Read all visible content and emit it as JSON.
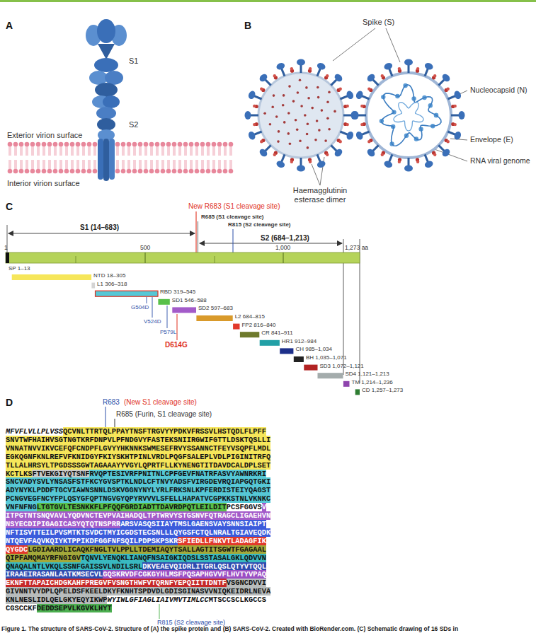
{
  "diagram": {
    "caption": "Figure 1. The structure of SARS-CoV-2. Structure of (A) the spike protein and (B) SARS-CoV-2. Created with BioRender.com. (C) Schematic drawing of 16 SDs in",
    "labels": [
      "A",
      "S1",
      "S2",
      "Exterior virion surface",
      "Interior virion surface",
      "B",
      "Spike (S)",
      "Nucleocapsid (N)",
      "Envelope (E)",
      "RNA viral genome",
      "Haemagglutinin esterase dimer",
      "C",
      "New R683 (S1 cleavage site)",
      "R685 (S1 cleavage site)",
      "R815 (S2 cleavage site)",
      "S1 (14–683)",
      "S2 (684–1,213)",
      "1",
      "500",
      "1,000",
      "1,273 aa",
      "SP 1–13",
      "NTD 18–305",
      "L1 306–318",
      "RBD 319–545",
      "SD1 546–588",
      "SD2 597–683",
      "L2 684–815",
      "FP2 816–840",
      "CR 841–911",
      "HR1 912–984",
      "CH 985–1,034",
      "BH 1,035–1,071",
      "SD3 1,072–1,121",
      "SD4 1,121–1,213",
      "TM 1,214–1,236",
      "CD 1,257–1,273",
      "G504D",
      "V524D",
      "P579L",
      "D614G",
      "D",
      "R683",
      "(New S1 cleavage site)",
      "R685 (Furin, S1 cleavage site)",
      "MFVFLVLLPLVSS",
      "QCVNLTTRTQLPPAYTNSFTRGVYYPDKVFRSSVLHSTQDLFLPFFSNVTWFHAIHVSGTNGTKRFDNPVLPFNDGVYFASTEKSNIIRGWIFGTTLDSKTQSLLIVNNATNVVIKVCEFQFCNDPFLGVYYHKNNKSWMESEFRVYSSANNCTFEYVSQPFLMDLEGKQGNFKNLREFVFKNIDGYFKIYSKHTPINLVRDLPQGFSALEPLVDLPIGINITRFQTLLALHRSYLTPGDSSSGWTAGAAAYYVGYLQPRTFLLKYNENGTITDAVDCALDPLSETKCTLKS",
      "FTVEKGIYQTSNF",
      "RVQPTESIVRFPNITNLCPFGEVFNATRFASVYAWNRKRISNCVADYSVLYNSASFSTFKCYGVSPTKLNDLCFTNVYADSFVIRGDEVRQIAPGQTGKIADYNYKLPDDFTGCVIAWNSNNLDSKVGGNYNYLYRLFRKSNLKPFERDISTEIYQAGSTPCNGVEGFNCYFPLQSYGFQPTNGVGYQPYRVVVLSFELLHAPATVCGPKKSTNLVKNKCVNFNFNG",
      "LTGTGVLTESNKKFLPFQQFGRDIADTTDAVRDPQTLEILDIT",
      "PCSFGGVS",
      "VITPGTNTSNQVAVLYQDVNCTEVPVAIHADQLTPTWRVYSTGSNVFQTRAGCLIGAEHVNNSYECDIPIGAGICASYQTQTNSPRR",
      "ARSVASQSIIAYTMSLGAENSVAYSNNSIAIPTNFTISVTTEILPVSMTKTSVDCTMYICGDSTECSNLLLQYGSFCTQLNRALTGIAVEQDKNTQEVFAQVKQIYKTPPIKDFGGFNFSQILPDPSKPSKR",
      "SFIEDLLFNKVTLADAGFIKQYGDC",
      "LGDIAARDLICAQKFNGLTVLPPLLTDEMIAQYTSALLAGTITSGWTFGAGAALQIPFAMQMAYRFNGIGV",
      "TQNVLYENQKLIANQFNSAIGKIQDSLSSTASALGKLQDVVNQNAQALNTLVKQLSSNFGAISSVLNDILSRL",
      "DKVEAEVQIDRLITGRLQSLQTYVTQQLIRAAEIRASANLAATKMSECVL",
      "GQSKRVDFCGKGYHLMSFPQSAPHGVVFLHVTYVPAQ",
      "EKNFTTAPAICHDGKAHFPREGVFVSNGTHWFVTQRNFYEPQIITTDNTF",
      "VSGNCDVVIGIVNNTVYDPLQPELDSFKEELDKYFKNHTSPDVDLGDISGINASVVNIQKEIDRLNEVAKNLNESLIDLQELGKYEQYIKWP",
      "WYIWLGFIAGLIAIVMVTIMLCC",
      "MTSCCSCLKGCCSCGSCCKF",
      "DEDDSEPVLKGVKLHYT",
      "R815 (S2 cleavage site)"
    ]
  }
}
